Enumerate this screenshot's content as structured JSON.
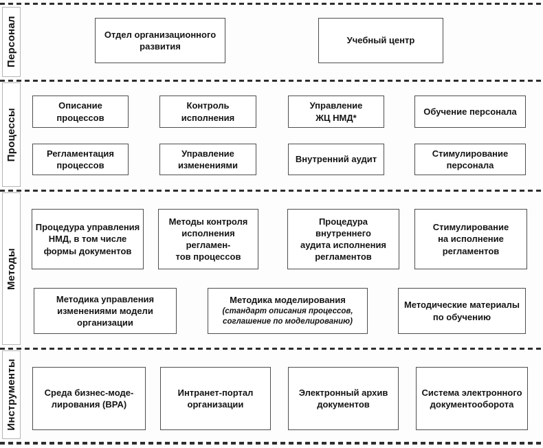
{
  "bands": {
    "personnel": {
      "label": "Персонал",
      "boxes": {
        "org_dev": "Отдел организационного\nразвития",
        "training_center": "Учебный центр"
      }
    },
    "processes": {
      "label": "Процессы",
      "boxes": {
        "process_description": "Описание\nпроцессов",
        "execution_control": "Контроль\nисполнения",
        "nmd_lifecycle": "Управление\nЖЦ НМД*",
        "staff_training": "Обучение персонала",
        "process_regulation": "Регламентация\nпроцессов",
        "change_management": "Управление\nизменениями",
        "internal_audit": "Внутренний аудит",
        "staff_incentives": "Стимулирование\nперсонала"
      }
    },
    "methods": {
      "label": "Методы",
      "boxes": {
        "nmd_procedure": "Процедура управления\nНМД, в том числе\nформы документов",
        "control_methods": "Методы контроля\nисполнения регламен-\nтов процессов",
        "audit_procedure": "Процедура внутреннего\nаудита исполнения\nрегламентов",
        "regulation_incentives": "Стимулирование\nна исполнение\nрегламентов",
        "change_methodology": "Методика управления\nизменениями модели\nорганизации",
        "modeling_methodology_title": "Методика моделирования",
        "modeling_methodology_sub": "(стандарт описания процессов,\nсоглашение по моделированию)",
        "training_materials": "Методические материалы\nпо обучению"
      }
    },
    "tools": {
      "label": "Инструменты",
      "boxes": {
        "bpa_environment": "Среда бизнес-моде-\nлирования (BPA)",
        "intranet_portal": "Интранет-портал\nорганизации",
        "edocs_archive": "Электронный архив\nдокументов",
        "edms": "Система электронного\nдокументооборота"
      }
    }
  }
}
